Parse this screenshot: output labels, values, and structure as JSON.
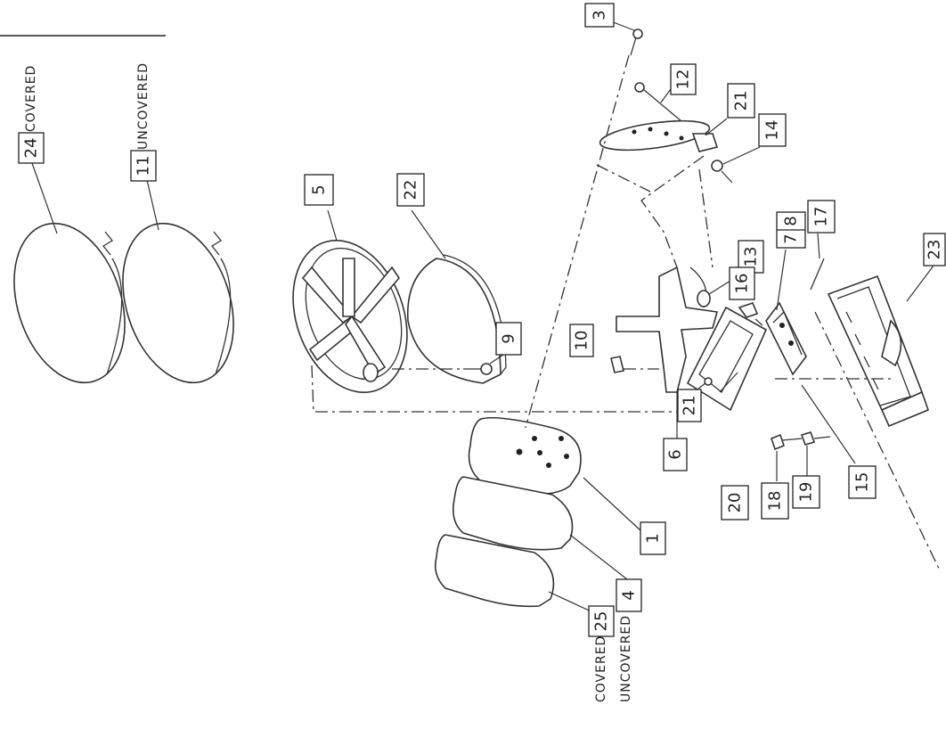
{
  "labels": {
    "p1": "1",
    "p3": "3",
    "p4": "4",
    "p5": "5",
    "p6": "6",
    "p7": "7",
    "p8": "8",
    "p9": "9",
    "p10": "10",
    "p11": "11",
    "p12": "12",
    "p13": "13",
    "p14": "14",
    "p15": "15",
    "p16": "16",
    "p17": "17",
    "p18": "18",
    "p19": "19",
    "p20": "20",
    "p21a": "21",
    "p21b": "21",
    "p22": "22",
    "p23": "23",
    "p24": "24",
    "p25": "25"
  },
  "words": {
    "covered_24": "COVERED",
    "uncovered_11": "UNCOVERED",
    "covered_25": "COVERED",
    "uncovered_25": "UNCOVERED"
  }
}
